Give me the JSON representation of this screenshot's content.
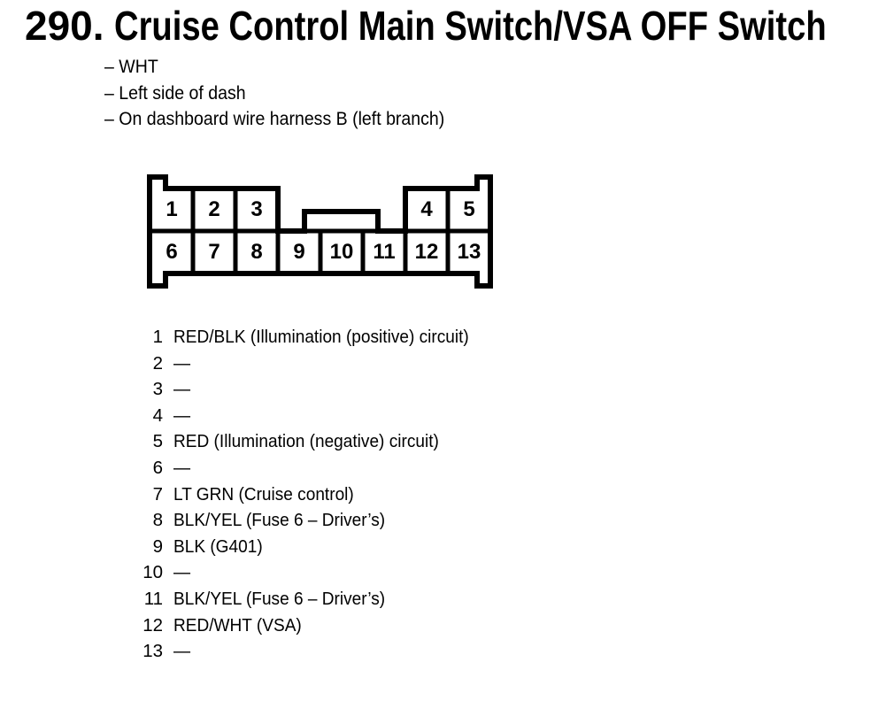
{
  "page": {
    "title_number": "290.",
    "title": "Cruise Control Main Switch/VSA OFF Switch",
    "bullets": [
      "– WHT",
      "– Left side of dash",
      "– On dashboard wire harness B (left branch)"
    ]
  },
  "connector": {
    "rows": [
      {
        "pins": [
          {
            "label": "1",
            "col": 0
          },
          {
            "label": "2",
            "col": 1
          },
          {
            "label": "3",
            "col": 2
          },
          {
            "label": "4",
            "col": 6
          },
          {
            "label": "5",
            "col": 7
          }
        ]
      },
      {
        "pins": [
          {
            "label": "6",
            "col": 0
          },
          {
            "label": "7",
            "col": 1
          },
          {
            "label": "8",
            "col": 2
          },
          {
            "label": "9",
            "col": 3
          },
          {
            "label": "10",
            "col": 4
          },
          {
            "label": "11",
            "col": 5
          },
          {
            "label": "12",
            "col": 6
          },
          {
            "label": "13",
            "col": 7
          }
        ]
      }
    ]
  },
  "pin_list": [
    {
      "pin": "1",
      "desc": "RED/BLK (Illumination (positive) circuit)"
    },
    {
      "pin": "2",
      "desc": "—"
    },
    {
      "pin": "3",
      "desc": "—"
    },
    {
      "pin": "4",
      "desc": "—"
    },
    {
      "pin": "5",
      "desc": "RED (Illumination (negative) circuit)"
    },
    {
      "pin": "6",
      "desc": "—"
    },
    {
      "pin": "7",
      "desc": "LT GRN (Cruise control)"
    },
    {
      "pin": "8",
      "desc": "BLK/YEL (Fuse 6 – Driver’s)"
    },
    {
      "pin": "9",
      "desc": "BLK (G401)"
    },
    {
      "pin": "10",
      "desc": "—"
    },
    {
      "pin": "11",
      "desc": "BLK/YEL (Fuse 6 – Driver’s)"
    },
    {
      "pin": "12",
      "desc": "RED/WHT (VSA)"
    },
    {
      "pin": "13",
      "desc": "—"
    }
  ],
  "colors": {
    "ink": "#000000",
    "paper": "#ffffff"
  }
}
